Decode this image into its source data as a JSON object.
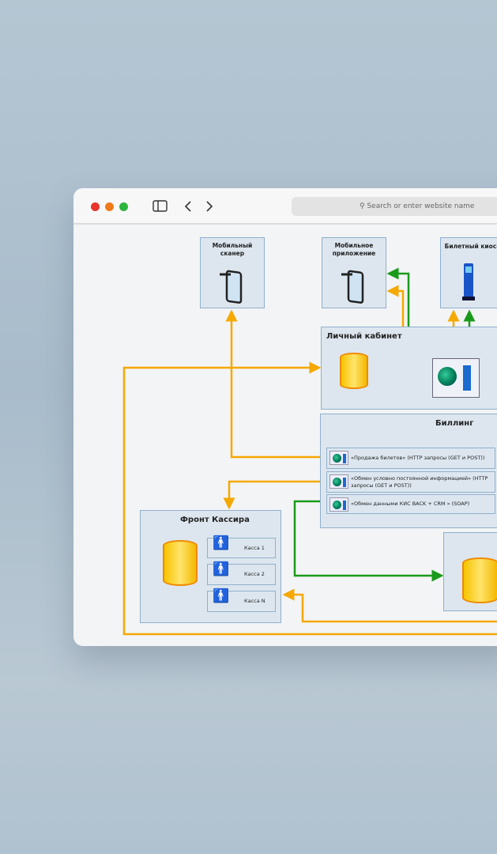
{
  "browser": {
    "search_placeholder": "Search or enter website name",
    "traffic_lights": {
      "close": "#e8342c",
      "minimize": "#f07a1a",
      "zoom": "#2cb53c"
    }
  },
  "colors": {
    "orange": "#f5a800",
    "green": "#1a9a1a",
    "box_fill": "#dde6ef",
    "box_border": "#8fb0cc"
  },
  "diagram": {
    "mobile_scanner": "Мобильный сканер",
    "mobile_app": "Мобильное приложение",
    "kiosk": "Билетный киоск",
    "personal_account": "Личный кабинет",
    "billing": {
      "title": "Биллинг",
      "rows": [
        "«Продажа билетов» (HTTP запросы (GET и POST))",
        "«Обмен условно постоянной информацией» (HTTP запросы (GET и POST))",
        "«Обмен данными КИС BACK + CRM » (SOAP)"
      ]
    },
    "cashier_front": {
      "title": "Фронт Кассира",
      "registers": [
        "Касса 1",
        "Касса 2",
        "Касса N"
      ]
    }
  }
}
